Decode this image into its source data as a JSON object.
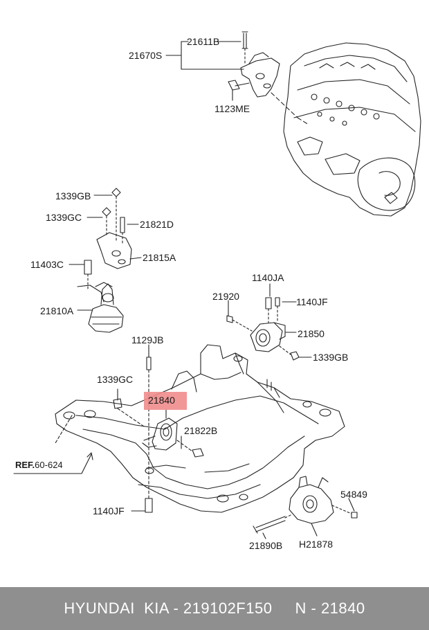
{
  "labels": {
    "l21611B": "21611B",
    "l21670S": "21670S",
    "l1123ME": "1123ME",
    "l1339GB_a": "1339GB",
    "l1339GC_a": "1339GC",
    "l21821D": "21821D",
    "l11403C": "11403C",
    "l21815A": "21815A",
    "l21810A": "21810A",
    "l1140JA": "1140JA",
    "l21920": "21920",
    "l1140JF_a": "1140JF",
    "l21850": "21850",
    "l1339GB_b": "1339GB",
    "l1129JB": "1129JB",
    "l1339GC_b": "1339GC",
    "l21840": "21840",
    "l21822B": "21822B",
    "ref_prefix": "REF.",
    "ref_value": "60-624",
    "l1140JF_b": "1140JF",
    "l54849": "54849",
    "l21890B": "21890B",
    "lH21878": "H21878"
  },
  "footer": {
    "text": "HYUNDAI  KIA - 219102F150     N - 21840"
  },
  "colors": {
    "highlight": "#f08c8c",
    "footer_bg": "#8f8f8f",
    "line": "#222222"
  }
}
